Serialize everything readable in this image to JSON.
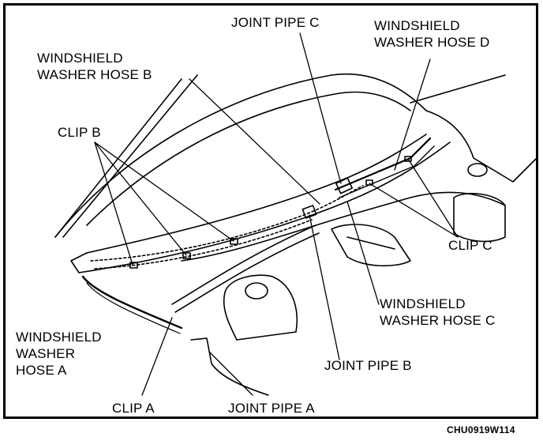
{
  "labels": {
    "joint_pipe_c": "JOINT PIPE C",
    "hose_d": "WINDSHIELD\nWASHER HOSE D",
    "hose_b": "WINDSHIELD\nWASHER HOSE B",
    "clip_b": "CLIP B",
    "clip_c": "CLIP C",
    "hose_c": "WINDSHIELD\nWASHER HOSE C",
    "hose_a": "WINDSHIELD\nWASHER\nHOSE A",
    "joint_pipe_b": "JOINT PIPE B",
    "clip_a": "CLIP A",
    "joint_pipe_a": "JOINT PIPE A"
  },
  "figure_code": "CHU0919W114",
  "colors": {
    "ink": "#000000",
    "paper": "#ffffff"
  }
}
